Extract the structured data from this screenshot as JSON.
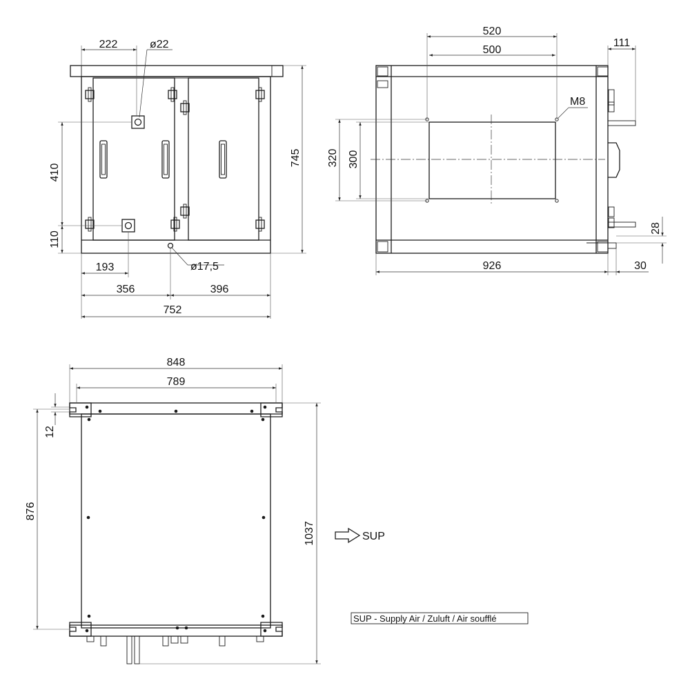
{
  "front_view": {
    "dim_top_offset": "222",
    "hole_top": "ø22",
    "dim_upper_height": "410",
    "dim_lower_height": "110",
    "dim_total_height": "745",
    "dim_bottom_offset": "193",
    "hole_bottom": "ø17,5",
    "dim_left_width": "356",
    "dim_right_width": "396",
    "dim_total_width": "752"
  },
  "side_view": {
    "dim_outer_spacing": "520",
    "dim_inner_spacing": "500",
    "dim_connector": "111",
    "thread_label": "M8",
    "dim_outer_height": "320",
    "dim_inner_height": "300",
    "dim_pipe_height": "28",
    "dim_total_length": "926",
    "dim_pipe_length": "30"
  },
  "top_view": {
    "dim_outer_width": "848",
    "dim_inner_width": "789",
    "dim_flange": "12",
    "dim_inner_length": "876",
    "dim_total_length": "1037",
    "arrow_label": "SUP"
  },
  "legend": {
    "text": "SUP - Supply Air /  Zuluft /  Air soufflé"
  }
}
